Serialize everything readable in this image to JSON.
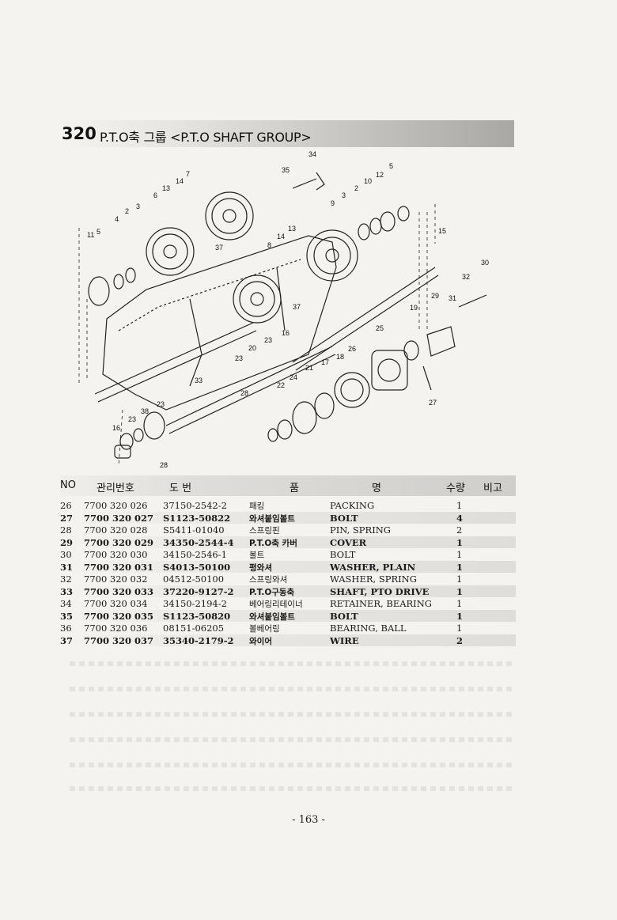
{
  "header": {
    "section_number": "320",
    "title": "P.T.O축 그룹 <P.T.O SHAFT GROUP>"
  },
  "diagram": {
    "callouts": [
      "34",
      "35",
      "5",
      "12",
      "10",
      "2",
      "3",
      "9",
      "7",
      "14",
      "13",
      "6",
      "2",
      "3",
      "4",
      "5",
      "11",
      "37",
      "8",
      "14",
      "13",
      "15",
      "30",
      "32",
      "31",
      "29",
      "19",
      "25",
      "37",
      "16",
      "23",
      "20",
      "23",
      "26",
      "18",
      "17",
      "21",
      "24",
      "22",
      "33",
      "28",
      "27",
      "23",
      "38",
      "23",
      "16",
      "28"
    ]
  },
  "table": {
    "headers": {
      "no": "NO",
      "management_no": "관리번호",
      "drawing_no": "도  번",
      "name_kr": "품",
      "name_en": "명",
      "qty": "수량",
      "remark": "비고"
    },
    "rows": [
      {
        "no": "26",
        "mgmt": "7700 320 026",
        "part": "37150-2542-2",
        "kr": "패킹",
        "en": "PACKING",
        "qty": "1"
      },
      {
        "no": "27",
        "mgmt": "7700 320 027",
        "part": "S1123-50822",
        "kr": "와셔붙임볼트",
        "en": "BOLT",
        "qty": "4"
      },
      {
        "no": "28",
        "mgmt": "7700 320 028",
        "part": "S5411-01040",
        "kr": "스프링핀",
        "en": "PIN, SPRING",
        "qty": "2"
      },
      {
        "no": "29",
        "mgmt": "7700 320 029",
        "part": "34350-2544-4",
        "kr": "P.T.O축 카버",
        "en": "COVER",
        "qty": "1"
      },
      {
        "no": "30",
        "mgmt": "7700 320 030",
        "part": "34150-2546-1",
        "kr": "볼트",
        "en": "BOLT",
        "qty": "1"
      },
      {
        "no": "31",
        "mgmt": "7700 320 031",
        "part": "S4013-50100",
        "kr": "평와셔",
        "en": "WASHER, PLAIN",
        "qty": "1"
      },
      {
        "no": "32",
        "mgmt": "7700 320 032",
        "part": "04512-50100",
        "kr": "스프링와셔",
        "en": "WASHER, SPRING",
        "qty": "1"
      },
      {
        "no": "33",
        "mgmt": "7700 320 033",
        "part": "37220-9127-2",
        "kr": "P.T.O구동축",
        "en": "SHAFT, PTO DRIVE",
        "qty": "1"
      },
      {
        "no": "34",
        "mgmt": "7700 320 034",
        "part": "34150-2194-2",
        "kr": "베어링리테이너",
        "en": "RETAINER, BEARING",
        "qty": "1"
      },
      {
        "no": "35",
        "mgmt": "7700 320 035",
        "part": "S1123-50820",
        "kr": "와셔붙임볼트",
        "en": "BOLT",
        "qty": "1"
      },
      {
        "no": "36",
        "mgmt": "7700 320 036",
        "part": "08151-06205",
        "kr": "볼베어링",
        "en": "BEARING, BALL",
        "qty": "1"
      },
      {
        "no": "37",
        "mgmt": "7700 320 037",
        "part": "35340-2179-2",
        "kr": "와이어",
        "en": "WIRE",
        "qty": "2"
      }
    ]
  },
  "footer": {
    "page_number": "- 163 -"
  }
}
